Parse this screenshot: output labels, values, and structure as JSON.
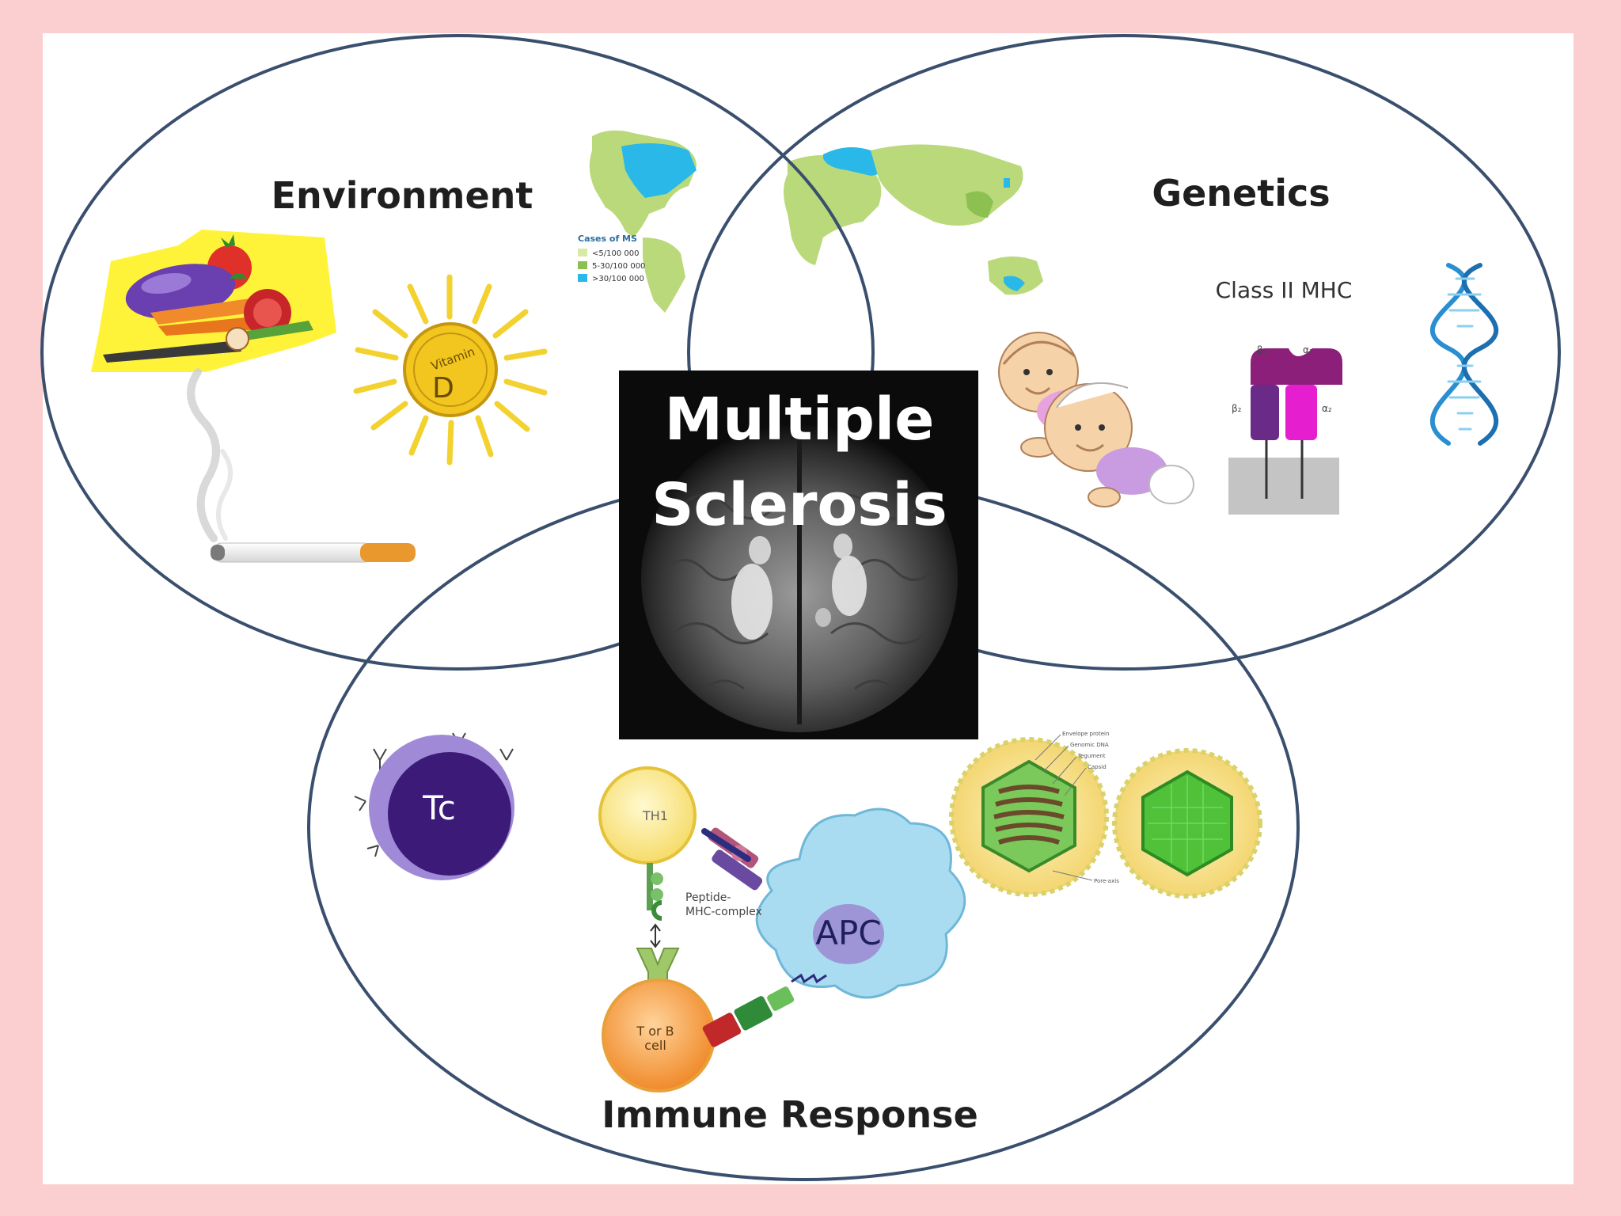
{
  "colors": {
    "frame": "#fbcfcf",
    "panel": "#ffffff",
    "circle_stroke": "#3a4f6e",
    "map_land": "#b9d97a",
    "map_high": "#29b8e8",
    "center_bg": "#0b0b0b"
  },
  "center": {
    "line1": "Multiple",
    "line2": "Sclerosis"
  },
  "environment": {
    "title": "Environment",
    "icons": [
      "vegetables-icon",
      "vitamin-d-sun-icon",
      "cigarette-icon"
    ],
    "vitamin_label": "Vitamin",
    "vitamin_letter": "D"
  },
  "map": {
    "legend_title": "Cases of MS",
    "legend_items": [
      {
        "label": "<5/100 000",
        "color": "#d9eaa6"
      },
      {
        "label": "5-30/100 000",
        "color": "#8cc152"
      },
      {
        "label": ">30/100 000",
        "color": "#29b8e8"
      }
    ]
  },
  "genetics": {
    "title": "Genetics",
    "mhc_label": "Class II MHC",
    "mhc_chain_labels": [
      "β₁",
      "α₁",
      "β₂",
      "α₂"
    ],
    "icons": [
      "twin-babies-icon",
      "mhc-molecule-icon",
      "dna-helix-icon"
    ]
  },
  "immune": {
    "title": "Immune Response",
    "tc_label": "Tc",
    "th_label": "TH1",
    "apc_label": "APC",
    "peptide_label_1": "Peptide-",
    "peptide_label_2": "MHC-complex",
    "tb_label_1": "T or B",
    "tb_label_2": "cell",
    "virus_labels": [
      "Envelope protein",
      "Genomic DNA",
      "Tegument",
      "Capsid",
      "Pore-axis"
    ]
  }
}
